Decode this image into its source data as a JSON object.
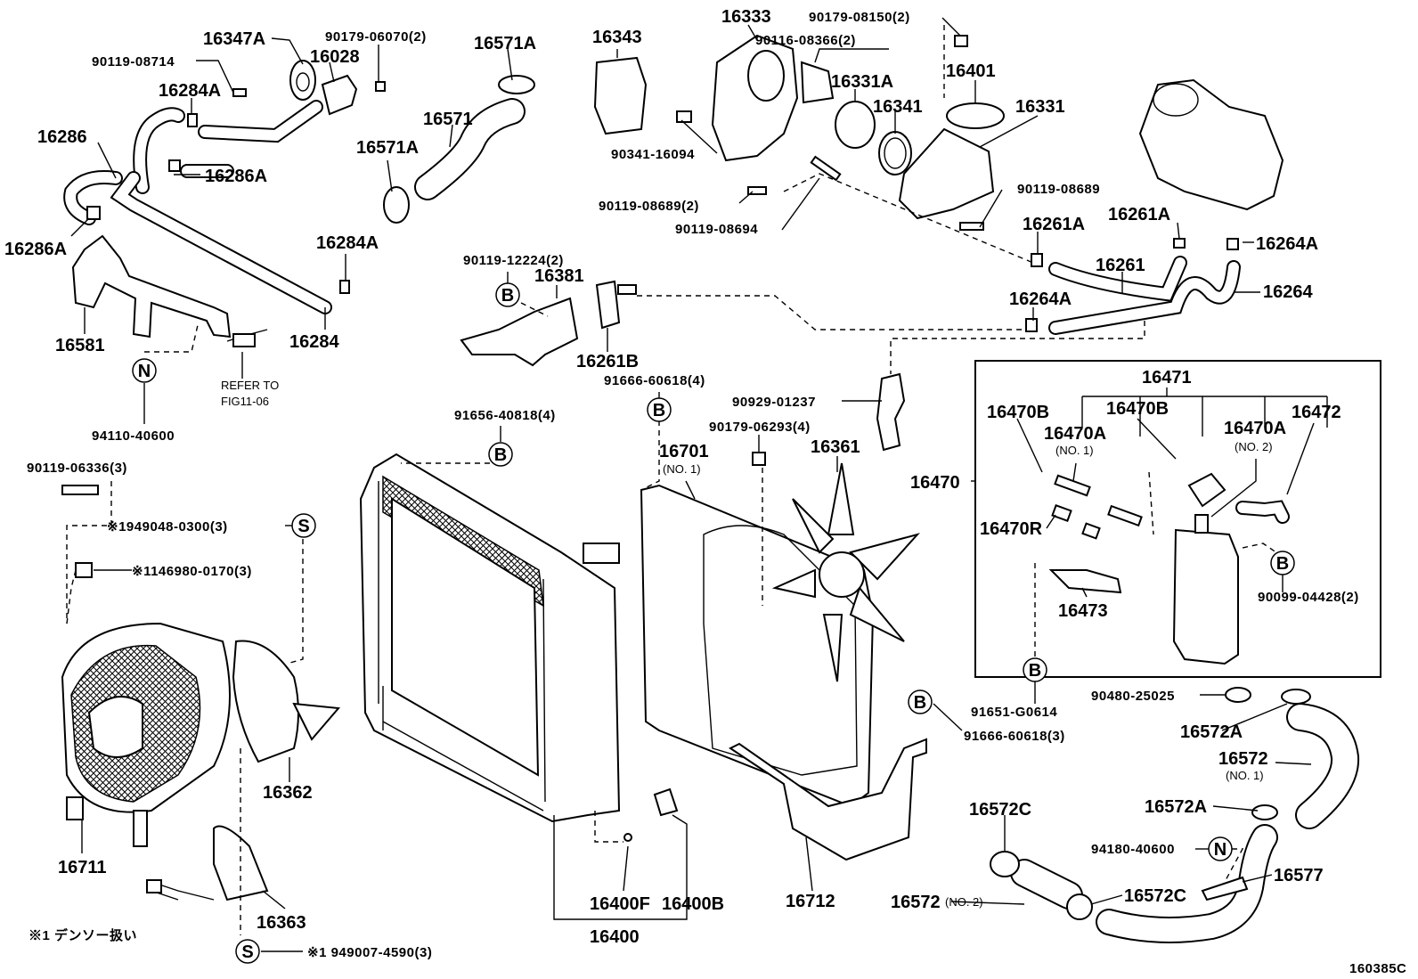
{
  "labels": {
    "p16347A": "16347A",
    "p90179_06070": "90179-06070(2)",
    "p16571A_top": "16571A",
    "p90119_08714": "90119-08714",
    "p16028": "16028",
    "p16284A_top": "16284A",
    "p16286": "16286",
    "p16286A_mid": "16286A",
    "p16286A_left": "16286A",
    "p16571": "16571",
    "p16571A_mid": "16571A",
    "p16284A_low": "16284A",
    "p16581": "16581",
    "p16284": "16284",
    "refer_to_1": "REFER TO",
    "refer_to_2": "FIG11-06",
    "p94110_40600": "94110-40600",
    "p16343": "16343",
    "p16333": "16333",
    "p90179_08150": "90179-08150(2)",
    "p90116_08366": "90116-08366(2)",
    "p16401": "16401",
    "p16331A": "16331A",
    "p16341": "16341",
    "p16331": "16331",
    "p90341_16094": "90341-16094",
    "p90119_08689_2": "90119-08689(2)",
    "p90119_08694": "90119-08694",
    "p90119_08689": "90119-08689",
    "p16261A_1": "16261A",
    "p16261A_2": "16261A",
    "p16264A_1": "16264A",
    "p16261": "16261",
    "p16264": "16264",
    "p16264A_2": "16264A",
    "p90119_12224": "90119-12224(2)",
    "p16381": "16381",
    "p16261B": "16261B",
    "p91666_60618_4": "91666-60618(4)",
    "p90929_01237": "90929-01237",
    "p91656_40818": "91656-40818(4)",
    "p90179_06293": "90179-06293(4)",
    "p16701": "16701",
    "p16701_no": "(NO. 1)",
    "p16361": "16361",
    "p16471": "16471",
    "p16470B_1": "16470B",
    "p16470B_2": "16470B",
    "p16470A_1": "16470A",
    "p16470A_1_no": "(NO. 1)",
    "p16470A_2": "16470A",
    "p16470A_2_no": "(NO. 2)",
    "p16472": "16472",
    "p16470": "16470",
    "p16470R": "16470R",
    "p16473": "16473",
    "p90099_04428": "90099-04428(2)",
    "p91651_G0614": "91651-G0614",
    "p90480_25025": "90480-25025",
    "p91666_60618_3": "91666-60618(3)",
    "p16572A_1": "16572A",
    "p16572": "16572",
    "p16572_no": "(NO. 1)",
    "p16572A_2": "16572A",
    "p16572C_1": "16572C",
    "p94180_40600": "94180-40600",
    "p16577": "16577",
    "p16572_no2": "16572",
    "p16572_no2_sub": "(NO. 2)",
    "p16572C_2": "16572C",
    "p90119_06336": "90119-06336(3)",
    "p1949048": "※1949048-0300(3)",
    "p1146980": "※1146980-0170(3)",
    "p16362": "16362",
    "p16711": "16711",
    "p16363": "16363",
    "note_1": "※1 デンソー扱い",
    "p949007": "※1 949007-4590(3)",
    "p16400F": "16400F",
    "p16400B": "16400B",
    "p16400": "16400",
    "p16712": "16712",
    "fig_code": "160385C"
  },
  "markers": {
    "B": "B",
    "N": "N",
    "S": "S"
  }
}
